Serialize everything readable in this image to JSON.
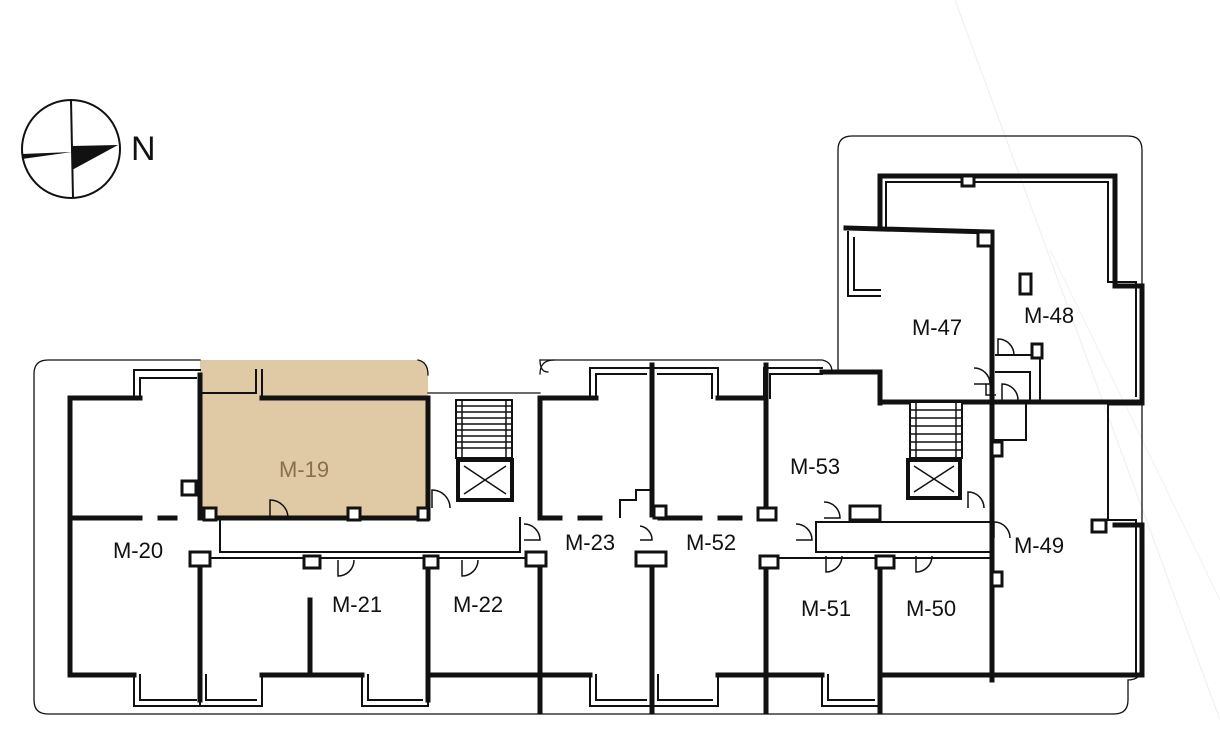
{
  "compass": {
    "label": "N",
    "icon": "north-arrow-icon"
  },
  "highlight": {
    "room": "M-19",
    "fill": "#e0c9a5",
    "label_color": "#8a6f4a"
  },
  "rooms": [
    {
      "id": "M-19",
      "label": "M-19",
      "highlighted": true
    },
    {
      "id": "M-20",
      "label": "M-20"
    },
    {
      "id": "M-21",
      "label": "M-21"
    },
    {
      "id": "M-22",
      "label": "M-22"
    },
    {
      "id": "M-23",
      "label": "M-23"
    },
    {
      "id": "M-52",
      "label": "M-52"
    },
    {
      "id": "M-53",
      "label": "M-53"
    },
    {
      "id": "M-51",
      "label": "M-51"
    },
    {
      "id": "M-50",
      "label": "M-50"
    },
    {
      "id": "M-49",
      "label": "M-49"
    },
    {
      "id": "M-47",
      "label": "M-47"
    },
    {
      "id": "M-48",
      "label": "M-48"
    }
  ]
}
